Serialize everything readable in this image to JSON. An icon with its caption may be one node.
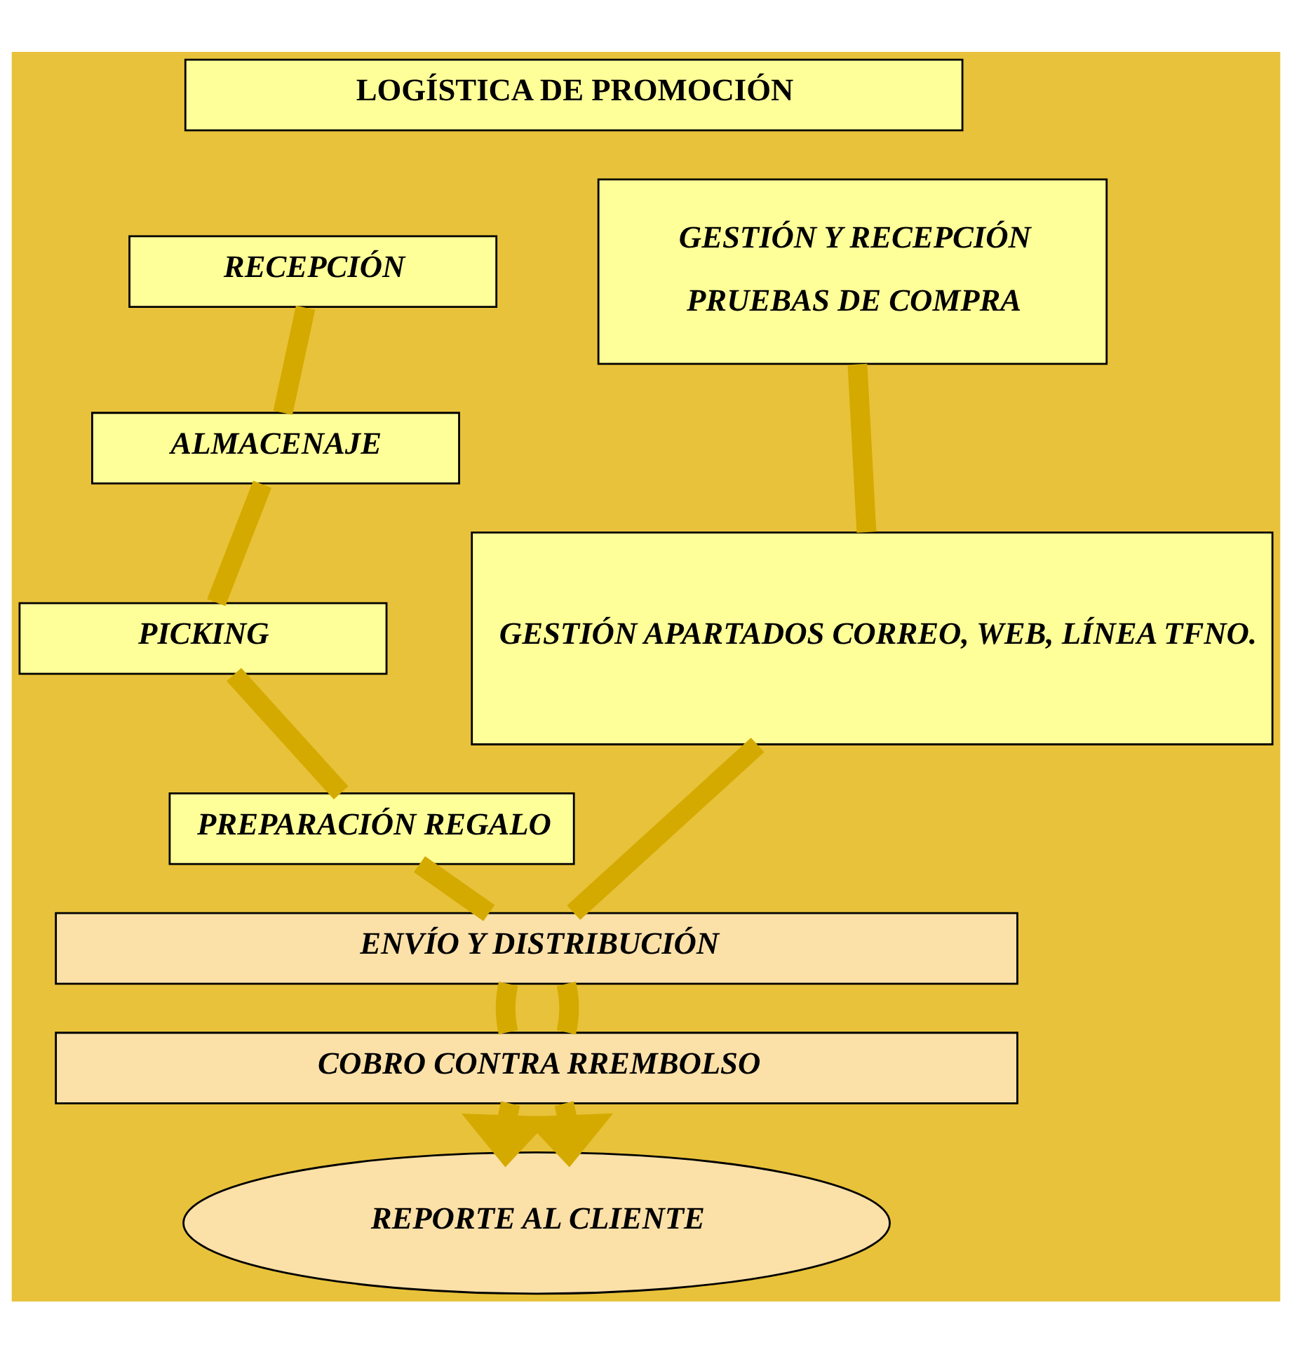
{
  "diagram": {
    "nodes": [
      {
        "text": [
          "LOGÍSTICA DE PROMOCIÓN"
        ]
      },
      {
        "text": [
          "RECEPCIÓN"
        ]
      },
      {
        "text": [
          "ALMACENAJE"
        ]
      },
      {
        "text": [
          "PICKING"
        ]
      },
      {
        "text": [
          "PREPARACIÓN REGALO"
        ]
      },
      {
        "text": [
          "GESTIÓN Y RECEPCIÓN",
          "PRUEBAS DE COMPRA"
        ]
      },
      {
        "text": [
          "GESTIÓN APARTADOS CORREO, WEB, LÍNEA TFNO."
        ]
      },
      {
        "text": [
          "ENVÍO Y DISTRIBUCIÓN"
        ]
      },
      {
        "text": [
          "COBRO CONTRA RREMBOLSO"
        ]
      },
      {
        "text": [
          "REPORTE AL CLIENTE"
        ]
      }
    ],
    "edges": [
      {
        "from": 1,
        "to": 2,
        "arrow": "none"
      },
      {
        "from": 2,
        "to": 3,
        "arrow": "none"
      },
      {
        "from": 3,
        "to": 4,
        "arrow": "none"
      },
      {
        "from": 4,
        "to": 7,
        "arrow": "none"
      },
      {
        "from": 5,
        "to": 6,
        "arrow": "none"
      },
      {
        "from": 6,
        "to": 7,
        "arrow": "none"
      },
      {
        "from": 7,
        "to": 8,
        "arrow": "none"
      },
      {
        "from": 7,
        "to": 8,
        "arrow": "none"
      },
      {
        "from": 8,
        "to": 9,
        "arrow": "to"
      },
      {
        "from": 8,
        "to": 9,
        "arrow": "to"
      }
    ]
  }
}
